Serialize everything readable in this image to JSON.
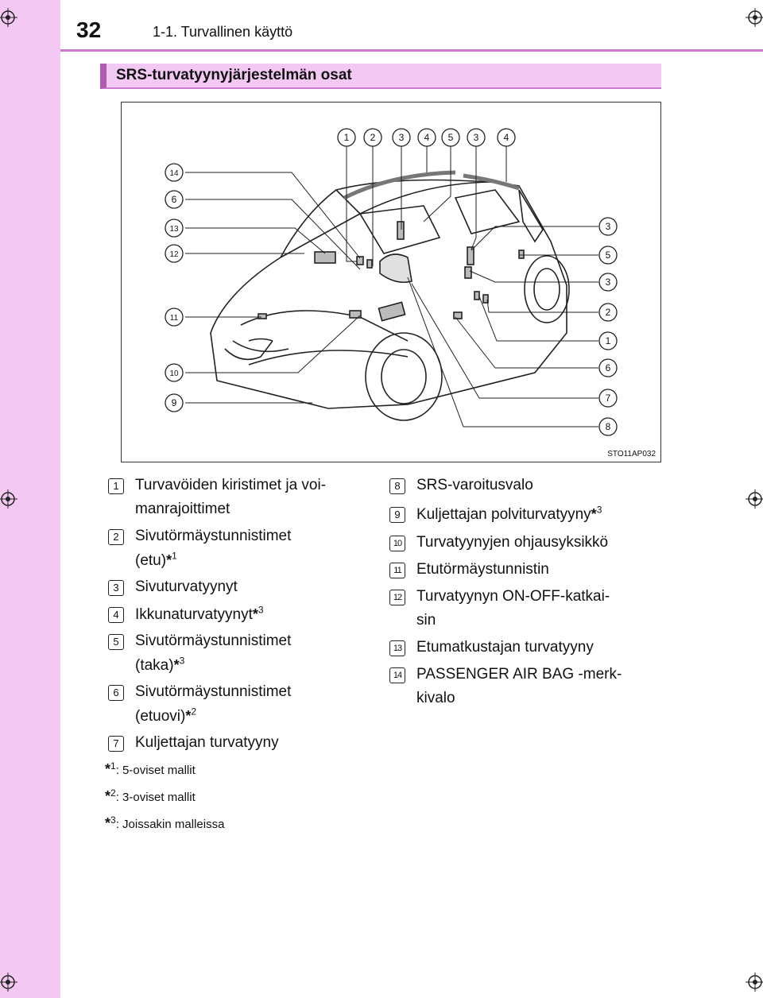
{
  "header": {
    "page_number": "32",
    "chapter": "1-1. Turvallinen käyttö"
  },
  "section": {
    "title": "SRS-turvatyynyjärjestelmän osat"
  },
  "figure": {
    "code": "STO11AP032"
  },
  "callouts": {
    "top": [
      "1",
      "2",
      "3",
      "4",
      "5",
      "3",
      "4"
    ],
    "left": [
      "14",
      "6",
      "13",
      "12",
      "11",
      "10",
      "9"
    ],
    "right": [
      "3",
      "5",
      "3",
      "2",
      "1",
      "6",
      "7",
      "8"
    ]
  },
  "legend": {
    "items": [
      {
        "num": "1",
        "text": "Turvavöiden kiristimet ja voi-manrajoittimet",
        "sup": ""
      },
      {
        "num": "2",
        "text": "Sivutörmäystunnistimet (etu)",
        "sup": "1"
      },
      {
        "num": "3",
        "text": "Sivuturvatyynyt",
        "sup": ""
      },
      {
        "num": "4",
        "text": "Ikkunaturvatyynyt",
        "sup": "3"
      },
      {
        "num": "5",
        "text": "Sivutörmäystunnistimet (taka)",
        "sup": "3"
      },
      {
        "num": "6",
        "text": "Sivutörmäystunnistimet (etuovi)",
        "sup": "2"
      },
      {
        "num": "7",
        "text": "Kuljettajan turvatyyny",
        "sup": ""
      },
      {
        "num": "8",
        "text": "SRS-varoitusvalo",
        "sup": ""
      },
      {
        "num": "9",
        "text": "Kuljettajan polviturvatyyny",
        "sup": "3"
      },
      {
        "num": "10",
        "text": "Turvatyynyjen ohjausyksikkö",
        "sup": ""
      },
      {
        "num": "11",
        "text": "Etutörmäystunnistin",
        "sup": ""
      },
      {
        "num": "12",
        "text": "Turvatyynyn ON-OFF-katkai-sin",
        "sup": ""
      },
      {
        "num": "13",
        "text": "Etumatkustajan turvatyyny",
        "sup": ""
      },
      {
        "num": "14",
        "text": "PASSENGER AIR BAG -merk-kivalo",
        "sup": ""
      }
    ],
    "line1": {
      "1": "Turvavöiden kiristimet ja voi-",
      "1b": "manrajoittimet",
      "2": "Sivutörmäystunnistimet",
      "2b": "(etu)",
      "5": "Sivutörmäystunnistimet",
      "5b": "(taka)",
      "6": "Sivutörmäystunnistimet",
      "6b": "(etuovi)",
      "12": "Turvatyynyn ON-OFF-katkai-",
      "12b": "sin",
      "14": "PASSENGER AIR BAG -merk-",
      "14b": "kivalo"
    }
  },
  "footnotes": [
    {
      "mark": "*",
      "sup": "1",
      "text": ": 5-oviset mallit"
    },
    {
      "mark": "*",
      "sup": "2",
      "text": ": 3-oviset mallit"
    },
    {
      "mark": "*",
      "sup": "3",
      "text": ": Joissakin malleissa"
    }
  ],
  "colors": {
    "band": "#f3c8f3",
    "accent": "#b05ab0",
    "rule": "#cc7acc"
  }
}
